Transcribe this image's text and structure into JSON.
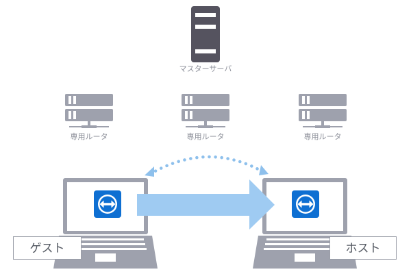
{
  "master_server": {
    "label": "マスターサーバ"
  },
  "routers": [
    {
      "label": "専用ルータ"
    },
    {
      "label": "専用ルータ"
    },
    {
      "label": "専用ルータ"
    }
  ],
  "guest": {
    "label": "ゲスト"
  },
  "host": {
    "label": "ホスト"
  },
  "colors": {
    "device": "#9ea1ad",
    "master": "#55535f",
    "screen": "#ffffff",
    "teamviewer_blue": "#0e6fd2",
    "arrow": "#9fcbf2",
    "dotted_link": "#8ec0ec"
  },
  "icons": [
    "master-server-icon",
    "router-icon",
    "laptop-icon",
    "teamviewer-logo-icon",
    "arrow-icon"
  ]
}
